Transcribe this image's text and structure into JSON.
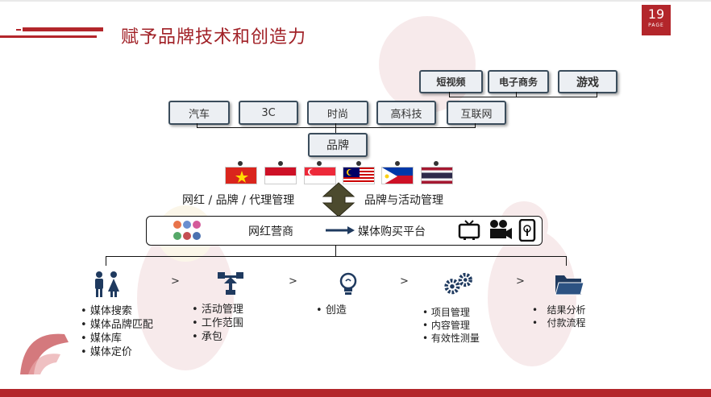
{
  "header": {
    "title": "赋予品牌技术和创造力"
  },
  "page": {
    "number": "19",
    "label": "PAGE"
  },
  "top_row": [
    "短视频",
    "电子商务",
    "游戏"
  ],
  "industries": [
    "汽车",
    "3C",
    "时尚",
    "高科技",
    "互联网"
  ],
  "brand": "品牌",
  "flags": [
    "vietnam-flag",
    "indonesia-flag",
    "singapore-flag",
    "malaysia-flag",
    "philippines-flag",
    "thailand-flag"
  ],
  "left_label": "网红 / 品牌 / 代理管理",
  "right_label": "品牌与活动管理",
  "platform": {
    "left": "网红营商",
    "right": "媒体购买平台"
  },
  "steps": [
    {
      "icon": "people-icon",
      "items": [
        "媒体搜索",
        "媒体品牌匹配",
        "媒体库",
        "媒体定价"
      ]
    },
    {
      "icon": "network-icon",
      "items": [
        "活动管理",
        "工作范围",
        "承包"
      ]
    },
    {
      "icon": "lightbulb-icon",
      "items": [
        "创造"
      ]
    },
    {
      "icon": "gears-icon",
      "items": [
        "项目管理",
        "内容管理",
        "有效性测量"
      ]
    },
    {
      "icon": "folder-icon",
      "items": [
        "结果分析",
        "付款流程"
      ]
    }
  ],
  "separator": ">",
  "colors": {
    "accent": "#b3262b",
    "box_border": "#3b4d5c",
    "box_fill": "#eceff3"
  }
}
